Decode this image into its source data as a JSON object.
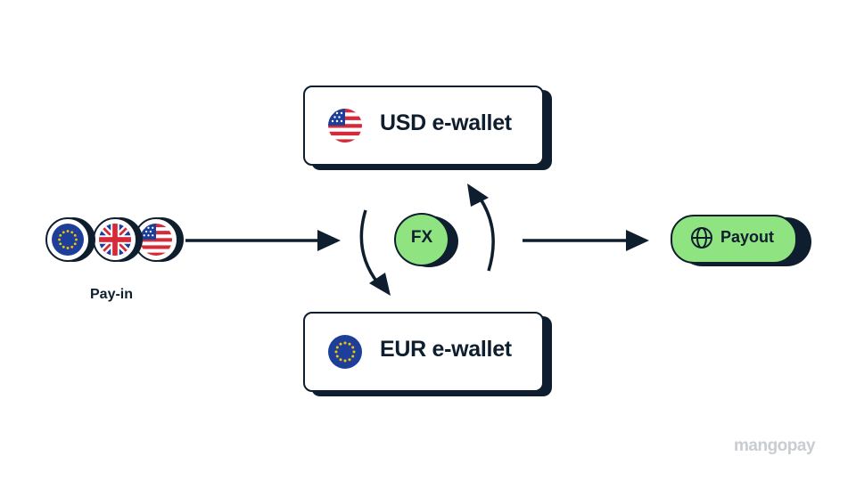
{
  "payin": {
    "label": "Pay-in",
    "currencies": [
      "eu-flag-icon",
      "uk-flag-icon",
      "us-flag-icon"
    ]
  },
  "fx": {
    "label": "FX"
  },
  "wallets": {
    "usd": {
      "label": "USD e-wallet",
      "icon": "us-flag-icon"
    },
    "eur": {
      "label": "EUR e-wallet",
      "icon": "eu-flag-icon"
    }
  },
  "payout": {
    "label": "Payout",
    "icon": "globe-icon"
  },
  "brand": {
    "name": "mangopay"
  },
  "colors": {
    "dark": "#0f1e2e",
    "accent_green": "#8fe381",
    "flag_blue": "#1d3f9a",
    "flag_red": "#d42a3a",
    "flag_yellow": "#f2c400"
  }
}
